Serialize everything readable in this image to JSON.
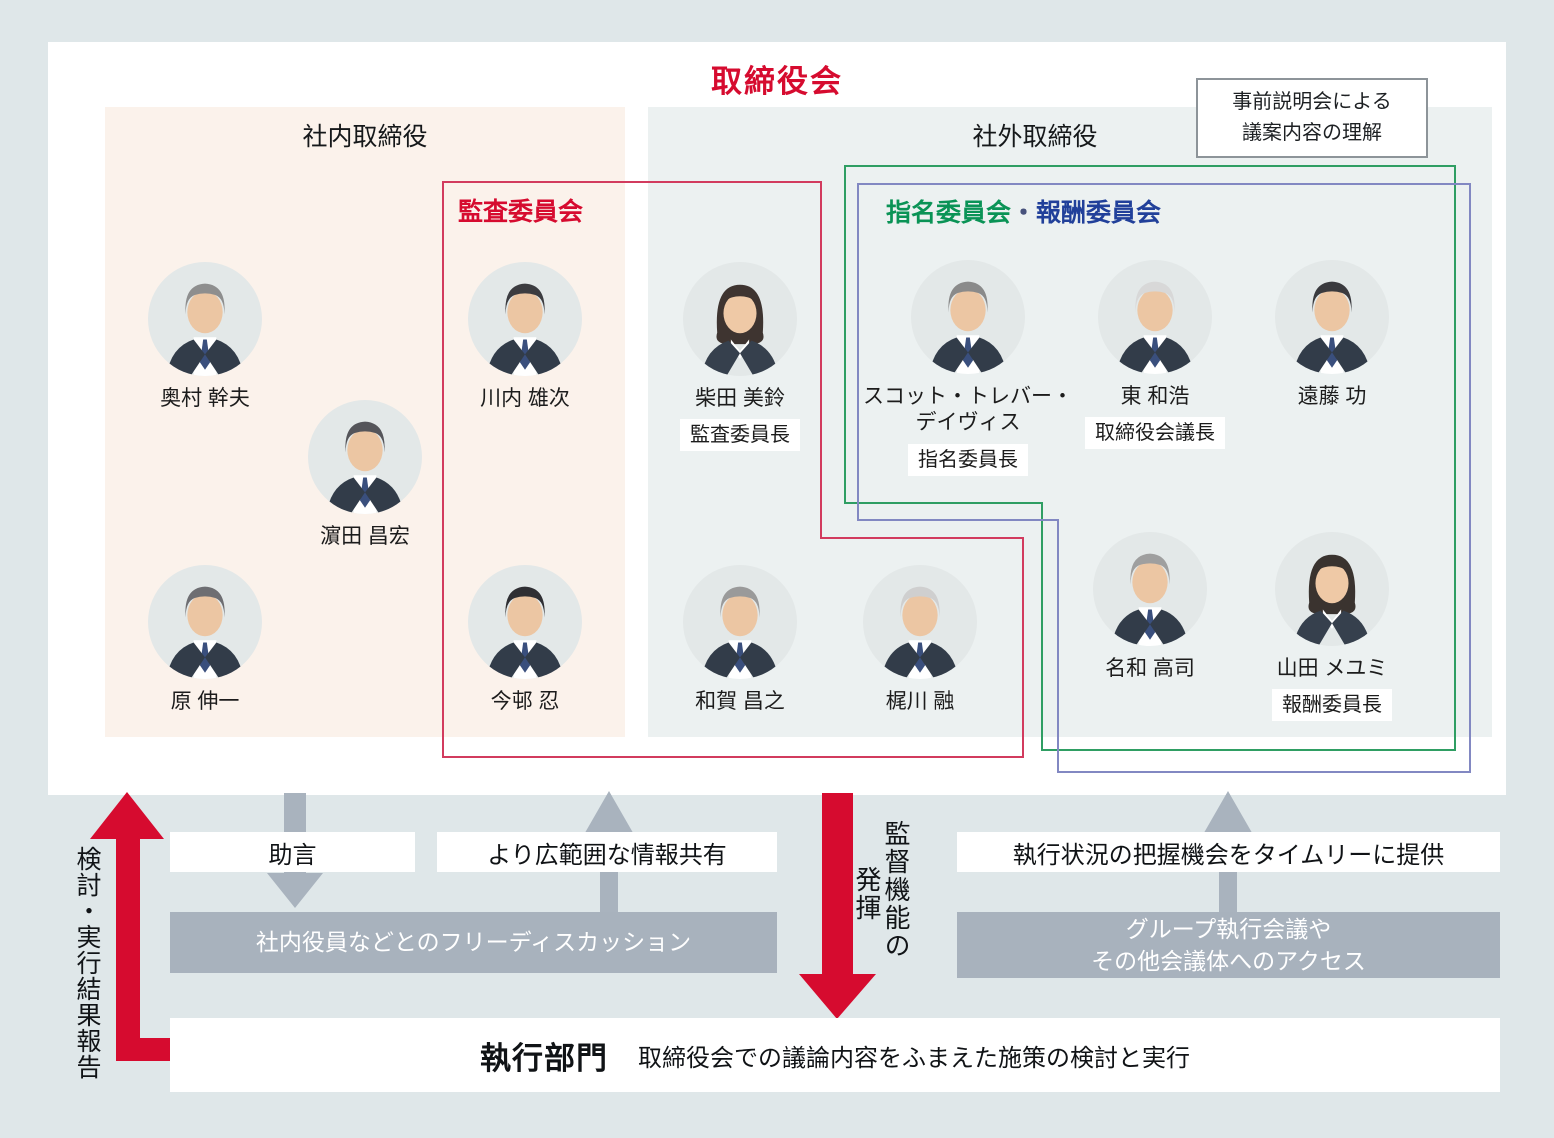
{
  "header": {
    "title": "取締役会",
    "note_line1": "事前説明会による",
    "note_line2": "議案内容の理解"
  },
  "groups": {
    "internal": "社内取締役",
    "external": "社外取締役"
  },
  "committees": {
    "audit": "監査委員会",
    "nomination": "指名委員会",
    "dot": "・",
    "compensation": "報酬委員会"
  },
  "people": [
    {
      "name": "奥村 幹夫",
      "role": ""
    },
    {
      "name": "濵田 昌宏",
      "role": ""
    },
    {
      "name": "原 伸一",
      "role": ""
    },
    {
      "name": "川内 雄次",
      "role": ""
    },
    {
      "name": "今邨 忍",
      "role": ""
    },
    {
      "name": "柴田 美鈴",
      "role": "監査委員長"
    },
    {
      "name": "スコット・トレバー・\nデイヴィス",
      "role": "指名委員長"
    },
    {
      "name": "東 和浩",
      "role": "取締役会議長"
    },
    {
      "name": "遠藤 功",
      "role": ""
    },
    {
      "name": "和賀 昌之",
      "role": ""
    },
    {
      "name": "梶川 融",
      "role": ""
    },
    {
      "name": "名和 高司",
      "role": ""
    },
    {
      "name": "山田 メユミ",
      "role": "報酬委員長"
    }
  ],
  "flows": {
    "report_vertical": "検討・実行結果報告",
    "advice": "助言",
    "info_share": "より広範囲な情報共有",
    "free_discussion": "社内役員などとのフリーディスカッション",
    "supervision_col1": "監督機能の",
    "supervision_col2": "発揮",
    "timely": "執行状況の把握機会をタイムリーに提供",
    "group_meeting_line1": "グループ執行会議や",
    "group_meeting_line2": "その他会議体へのアクセス",
    "execution_title": "執行部門",
    "execution_desc": "取締役会での議論内容をふまえた施策の検討と実行"
  },
  "colors": {
    "page_background": "#dfe7e9",
    "internal_panel": "#fbf2eb",
    "external_panel": "#ecf1f1",
    "brand_red": "#d60b2f",
    "audit_box_border": "#d23b5e",
    "nomination_green": "#0a9356",
    "nomination_box_border": "#2f9e63",
    "compensation_blue": "#21409a",
    "compensation_box_border": "#8288c2",
    "gray_bar": "#a8b2bd",
    "gray_arrow": "#a9b3be"
  }
}
